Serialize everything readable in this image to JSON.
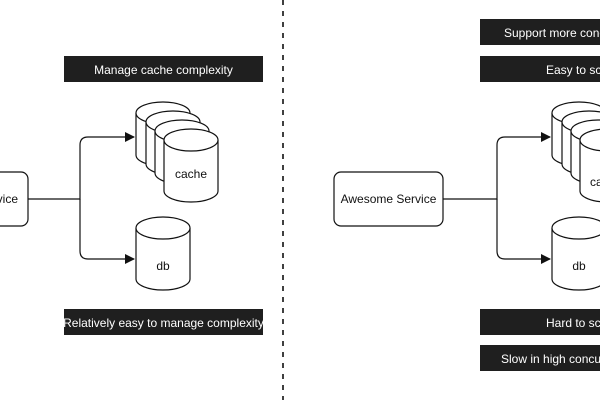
{
  "colors": {
    "background": "#ffffff",
    "stroke": "#111111",
    "tag_fill": "#1f1f1f",
    "tag_text": "#ffffff"
  },
  "left": {
    "service": "vice",
    "cache": "cache",
    "db": "db",
    "top_tag": "Manage cache complexity",
    "bottom_tag": "Relatively easy to manage complexity"
  },
  "right": {
    "service": "Awesome Service",
    "cache": "ca",
    "db": "db",
    "top_tags": [
      "Support more concu",
      "Easy to sca"
    ],
    "bottom_tags": [
      "Hard to sca",
      "Slow in high concurre"
    ]
  }
}
